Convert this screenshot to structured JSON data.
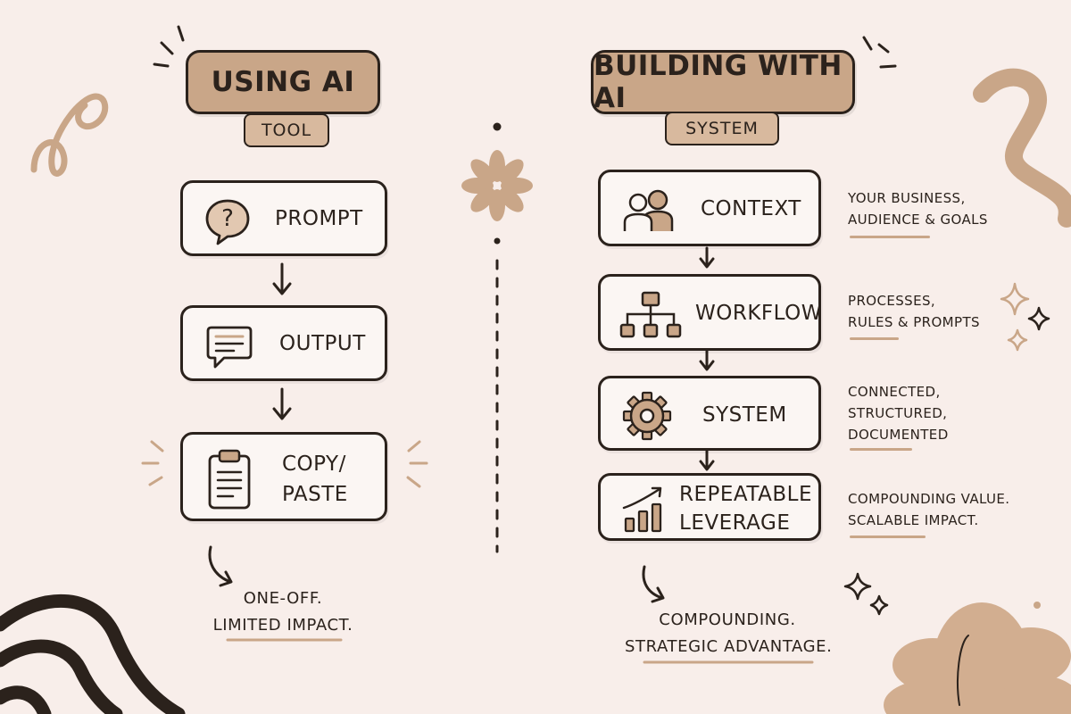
{
  "left": {
    "title": "USING AI",
    "subtitle": "TOOL",
    "steps": [
      {
        "label": "PROMPT",
        "icon": "question-bubble-icon"
      },
      {
        "label": "OUTPUT",
        "icon": "chat-bubble-icon"
      },
      {
        "label_line1": "COPY/",
        "label_line2": "PASTE",
        "icon": "clipboard-icon"
      }
    ],
    "outcome_line1": "ONE-OFF.",
    "outcome_line2": "LIMITED IMPACT."
  },
  "right": {
    "title": "BUILDING WITH AI",
    "subtitle": "SYSTEM",
    "steps": [
      {
        "label": "CONTEXT",
        "icon": "people-icon",
        "note_line1": "YOUR BUSINESS,",
        "note_line2": "AUDIENCE & GOALS"
      },
      {
        "label": "WORKFLOW",
        "icon": "flowchart-icon",
        "note_line1": "PROCESSES,",
        "note_line2": "RULES & PROMPTS"
      },
      {
        "label": "SYSTEM",
        "icon": "gear-icon",
        "note_line1": "CONNECTED,",
        "note_line2": "STRUCTURED,",
        "note_line3": "DOCUMENTED"
      },
      {
        "label_line1": "REPEATABLE",
        "label_line2": "LEVERAGE",
        "icon": "growth-chart-icon",
        "note_line1": "COMPOUNDING VALUE.",
        "note_line2": "SCALABLE IMPACT."
      }
    ],
    "outcome_line1": "COMPOUNDING.",
    "outcome_line2": "STRATEGIC ADVANTAGE."
  },
  "colors": {
    "background": "#f8eeea",
    "accent": "#c9a688",
    "ink": "#2b221c",
    "box_fill": "#fbf6f3"
  }
}
